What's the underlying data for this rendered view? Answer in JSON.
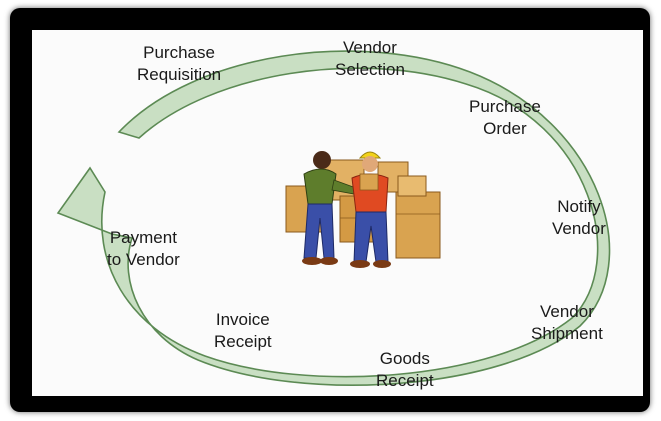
{
  "colors": {
    "arrow_fill": "#c9dfc3",
    "arrow_stroke": "#5c8a54",
    "frame": "#000000",
    "background": "#fbfbfb",
    "text": "#1a1a1a"
  },
  "cycle": {
    "steps": [
      {
        "line1": "Purchase",
        "line2": "Requisition"
      },
      {
        "line1": "Vendor",
        "line2": "Selection"
      },
      {
        "line1": "Purchase",
        "line2": "Order"
      },
      {
        "line1": "Notify",
        "line2": "Vendor"
      },
      {
        "line1": "Vendor",
        "line2": "Shipment"
      },
      {
        "line1": "Goods",
        "line2": "Receipt"
      },
      {
        "line1": "Invoice",
        "line2": "Receipt"
      },
      {
        "line1": "Payment",
        "line2": "to Vendor"
      }
    ]
  },
  "illustration": {
    "icon": "workers-handing-package-icon"
  }
}
